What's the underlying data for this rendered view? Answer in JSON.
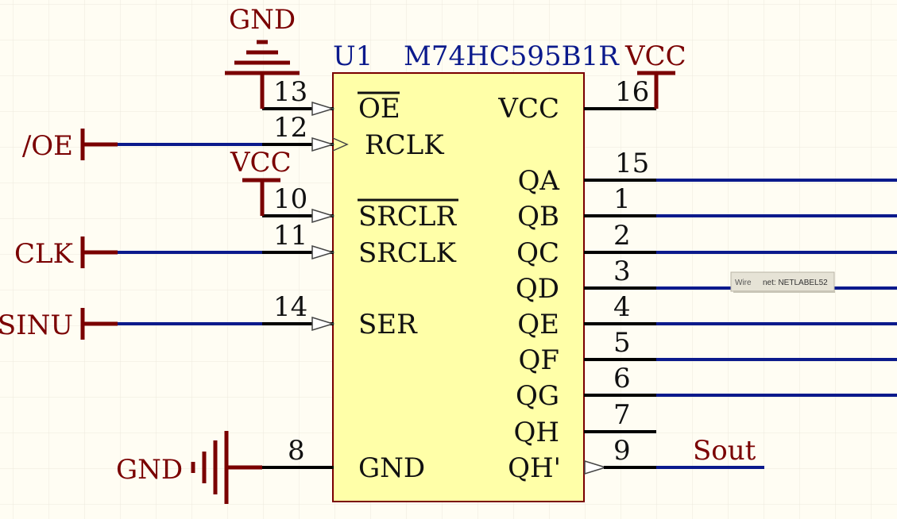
{
  "component": {
    "designator": "U1",
    "part": "M74HC595B1R"
  },
  "left_pins": [
    {
      "num": "13",
      "name": "OE",
      "overbar": true
    },
    {
      "num": "12",
      "name": "RCLK",
      "overbar": false
    },
    {
      "num": "10",
      "name": "SRCLR",
      "overbar": true
    },
    {
      "num": "11",
      "name": "SRCLK",
      "overbar": false
    },
    {
      "num": "14",
      "name": "SER",
      "overbar": false
    },
    {
      "num": "8",
      "name": "GND",
      "overbar": false
    }
  ],
  "right_pins": [
    {
      "num": "16",
      "name": "VCC"
    },
    {
      "num": "15",
      "name": "QA"
    },
    {
      "num": "1",
      "name": "QB"
    },
    {
      "num": "2",
      "name": "QC"
    },
    {
      "num": "3",
      "name": "QD"
    },
    {
      "num": "4",
      "name": "QE"
    },
    {
      "num": "5",
      "name": "QF"
    },
    {
      "num": "6",
      "name": "QG"
    },
    {
      "num": "7",
      "name": "QH"
    },
    {
      "num": "9",
      "name": "QH'"
    }
  ],
  "ports": [
    {
      "name": "/OE"
    },
    {
      "name": "CLK"
    },
    {
      "name": "SINU"
    }
  ],
  "power": {
    "gnd_top": "GND",
    "vcc_mid": "VCC",
    "vcc_right": "VCC",
    "gnd_bottom": "GND"
  },
  "net_label": "Sout",
  "tooltip": {
    "kind": "Wire",
    "net": "net: NETLABEL52"
  },
  "colors": {
    "background": "#fffdf3",
    "grid": "#ece9dc",
    "body_fill": "#ffffa8",
    "body_stroke": "#7a0000",
    "wire": "#0b1a8c",
    "power": "#7a0000",
    "pin_line": "#000000"
  }
}
